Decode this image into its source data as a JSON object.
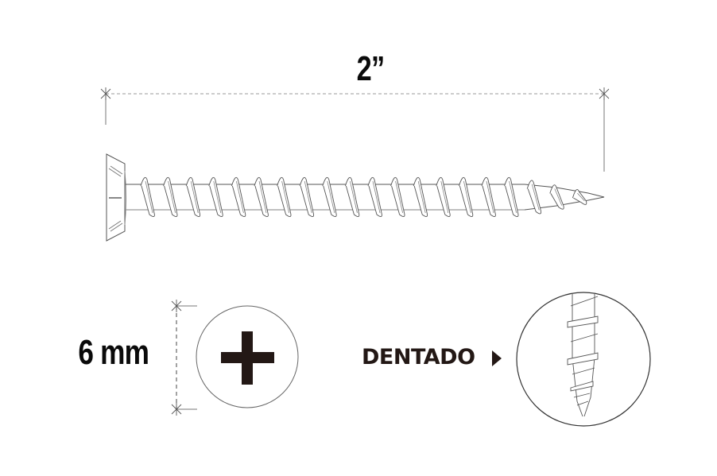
{
  "diagram": {
    "subject": "Screw specification diagram",
    "length": {
      "label": "2”",
      "unit": "inch"
    },
    "diameter": {
      "label": "6 mm"
    },
    "head": {
      "drive_type_icon": "phillips-plus-icon"
    },
    "thread": {
      "label": "DENTADO",
      "pointer_icon": "triangle-right-icon",
      "detail_view": "serrated-thread-closeup"
    },
    "colors": {
      "text": "#0a0a0a",
      "thread_label": "#231815",
      "line": "#555555",
      "dimension_line": "#9a9a9a",
      "background": "#ffffff"
    }
  }
}
